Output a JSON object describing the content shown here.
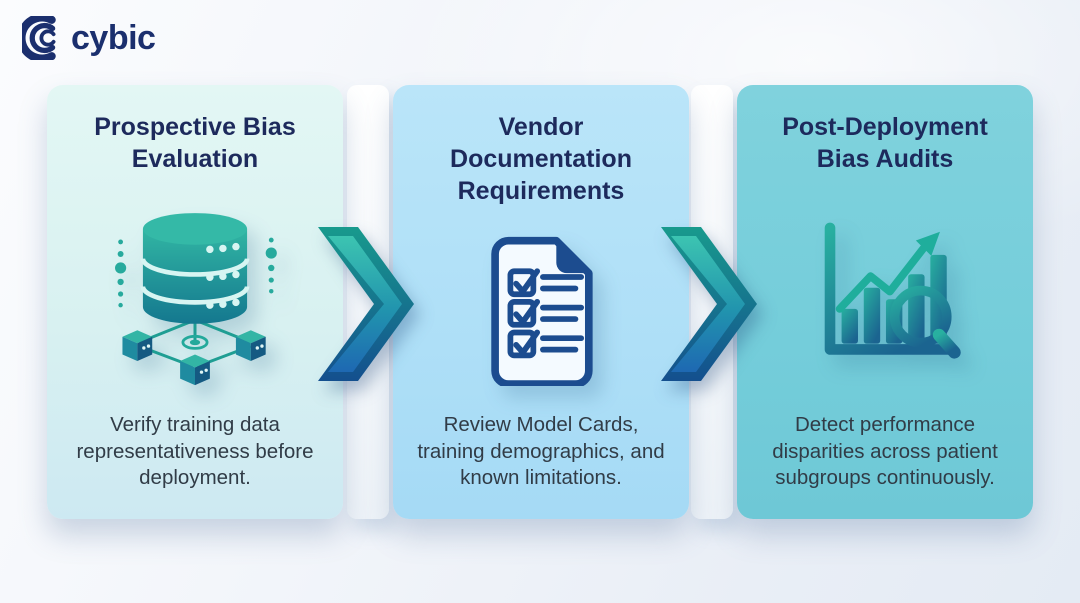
{
  "logo": {
    "text": "cybic",
    "icon": "cybic-crescent-logo",
    "color": "#1b2f6e"
  },
  "cards": [
    {
      "title_lines": [
        "Prospective Bias",
        "Evaluation"
      ],
      "description": "Verify training data representativeness before deployment.",
      "icon": "database-network-icon"
    },
    {
      "title_lines": [
        "Vendor",
        "Documentation",
        "Requirements"
      ],
      "description": "Review Model Cards, training demographics, and known limitations.",
      "icon": "checklist-document-icon"
    },
    {
      "title_lines": [
        "Post-Deployment",
        "Bias Audits"
      ],
      "description": "Detect performance disparities across patient subgroups continuously.",
      "icon": "bar-chart-magnifier-icon"
    }
  ],
  "arrows": [
    {
      "icon": "chevron-right-arrow"
    },
    {
      "icon": "chevron-right-arrow"
    }
  ],
  "colors": {
    "title_navy": "#1d2a5c",
    "body_text": "#313c47",
    "card1_bg": "#dcf4f1",
    "card2_bg": "#aedff7",
    "card3_bg": "#74cdda",
    "teal": "#23a99b",
    "deep_blue": "#1c5fa8",
    "doc_blue": "#1c4c8f"
  }
}
